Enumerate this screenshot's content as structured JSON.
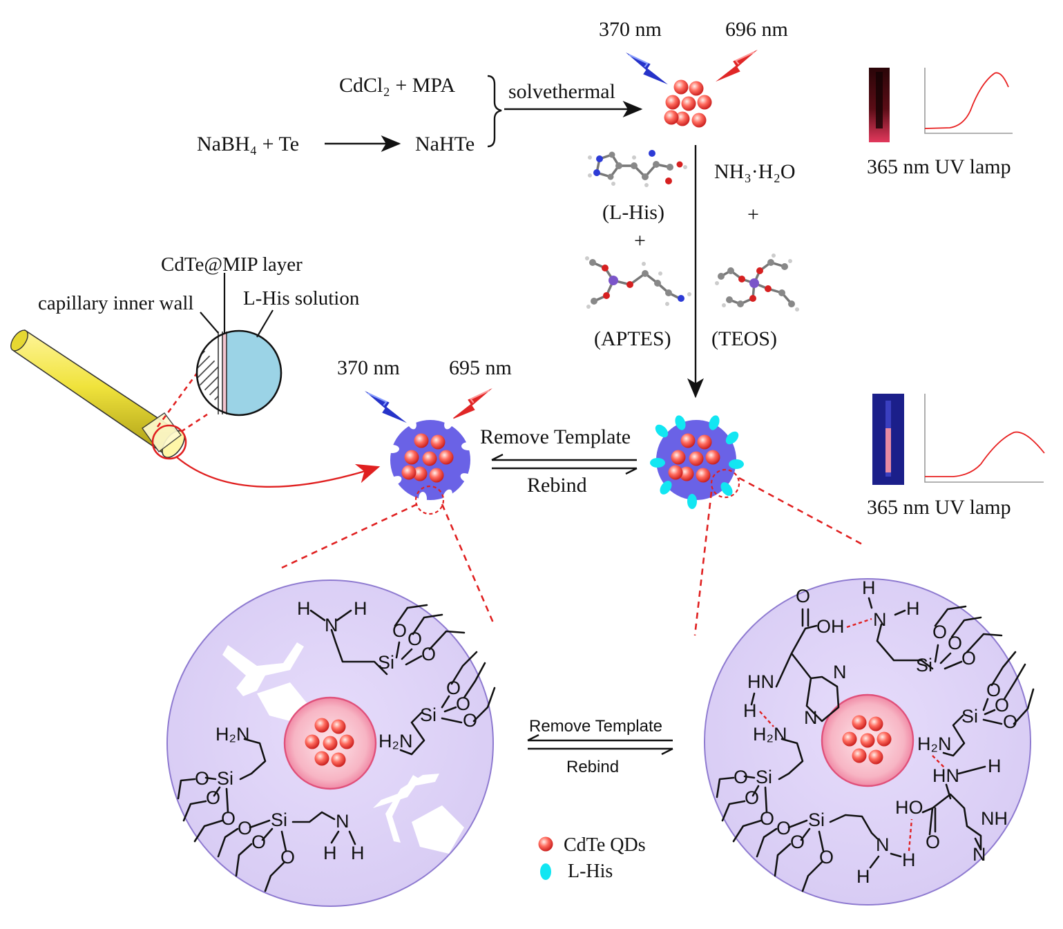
{
  "synthesis": {
    "cdcl2_mpa": "CdCl₂ + MPA",
    "nabh4_te": "NaBH₄ + Te",
    "nahte": "NaHTe",
    "solvethermal": "solvethermal",
    "excitation_top": "370 nm",
    "emission_top": "696 nm"
  },
  "reagents": {
    "l_his": "(L-His)",
    "plus_1": "+",
    "aptes": "(APTES)",
    "nh3_h2o": "NH₃·H₂O",
    "plus_2": "+",
    "teos": "(TEOS)"
  },
  "capillary": {
    "layer_label": "CdTe@MIP layer",
    "inner_wall_label": "capillary inner wall",
    "solution_label": "L-His solution"
  },
  "equilibrium_mid": {
    "remove_template": "Remove Template",
    "rebind": "Rebind",
    "excitation": "370 nm",
    "emission": "695 nm"
  },
  "equilibrium_bottom": {
    "remove_template": "Remove Template",
    "rebind": "Rebind"
  },
  "spectra": {
    "lamp_label_top": "365 nm UV lamp",
    "lamp_label_bottom": "365 nm UV lamp"
  },
  "legend": {
    "qds": "CdTe QDs",
    "l_his": "L-His"
  },
  "chem_labels": {
    "left": {
      "h1": "H",
      "n1": "N",
      "h2": "H",
      "si1": "Si",
      "o1a": "O",
      "o1b": "O",
      "o1c": "O",
      "si2": "Si",
      "o2a": "O",
      "o2b": "O",
      "o2c": "O",
      "h2n_right": "H₂N",
      "h2n_left": "H₂N",
      "si3": "Si",
      "o3a": "O",
      "o3b": "O",
      "o3c": "O",
      "si4": "Si",
      "o4a": "O",
      "o4b": "O",
      "o4c": "O",
      "n4": "N",
      "h4a": "H",
      "h4b": "H"
    },
    "right": {
      "h_top": "H",
      "n_top": "N",
      "h_top2": "H",
      "oh": "OH",
      "o_carb": "O",
      "si1": "Si",
      "o1a": "O",
      "o1b": "O",
      "o1c": "O",
      "hn": "HN",
      "h_hn": "H",
      "n_im1": "N",
      "n_im2": "N",
      "si2": "Si",
      "o2a": "O",
      "o2b": "O",
      "o2c": "O",
      "h2n_left": "H₂N",
      "h2n_right": "H₂N",
      "hn_right": "HN",
      "h_right": "H",
      "si3": "Si",
      "o3a": "O",
      "o3b": "O",
      "o3c": "O",
      "ho": "HO",
      "o_carb2": "O",
      "nh_im": "NH",
      "n_im3": "N",
      "si4": "Si",
      "o4a": "O",
      "o4b": "O",
      "o4c": "O",
      "n4": "N",
      "h4a": "H",
      "h4b": "H"
    }
  },
  "colors": {
    "qd_red": "#e8302c",
    "mip_purple": "#6a62e6",
    "l_his_cyan": "#12e6f2",
    "capillary_yellow": "#f0e33c",
    "solution_blue": "#9bd3e6",
    "zoom_circle_fill": "#ddd2f7",
    "bolt_blue": "#2633c9",
    "bolt_red": "#e02626",
    "spectrum_red": "#e82020",
    "cuvette_blue": "#1b1f8a"
  }
}
